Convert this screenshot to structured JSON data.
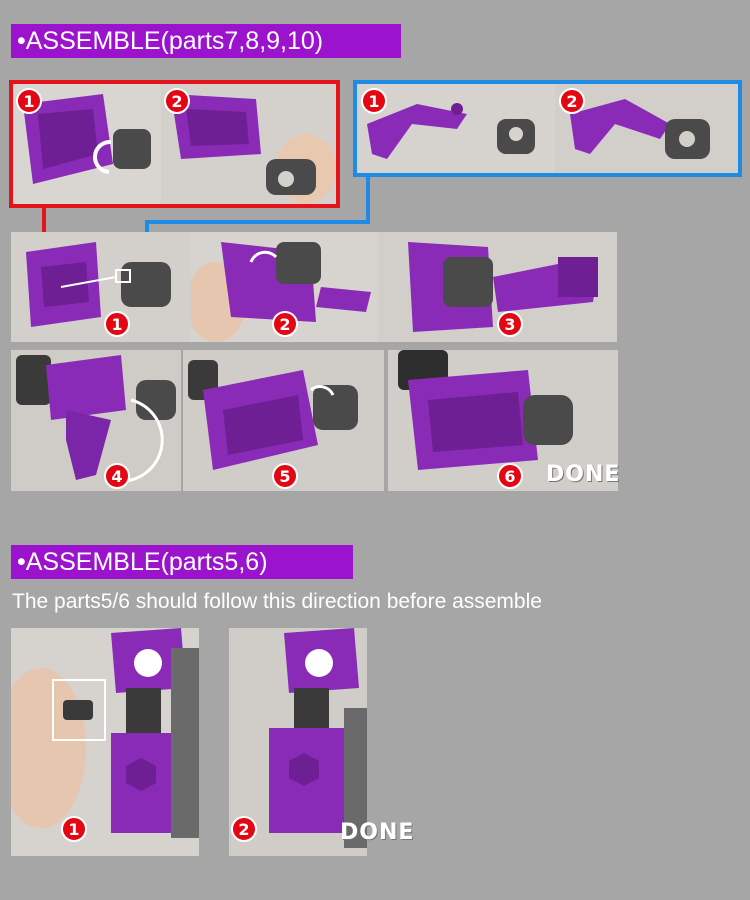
{
  "section1": {
    "title": "•ASSEMBLE(parts7,8,9,10)",
    "red_group": {
      "steps": [
        "1",
        "2"
      ],
      "color": "#e3141c"
    },
    "blue_group": {
      "steps": [
        "1",
        "2"
      ],
      "color": "#1e8ce6"
    },
    "main_steps": [
      "1",
      "2",
      "3",
      "4",
      "5",
      "6"
    ],
    "done_label": "DONE"
  },
  "section2": {
    "title": "•ASSEMBLE(parts5,6)",
    "subtitle": "The parts5/6 should follow this direction before assemble",
    "steps": [
      "1",
      "2"
    ],
    "done_label": "DONE"
  },
  "colors": {
    "banner": "#9b13cc",
    "badge": "#e30613",
    "part_purple": "#8a2bb8",
    "part_grey": "#4a4a4a"
  }
}
